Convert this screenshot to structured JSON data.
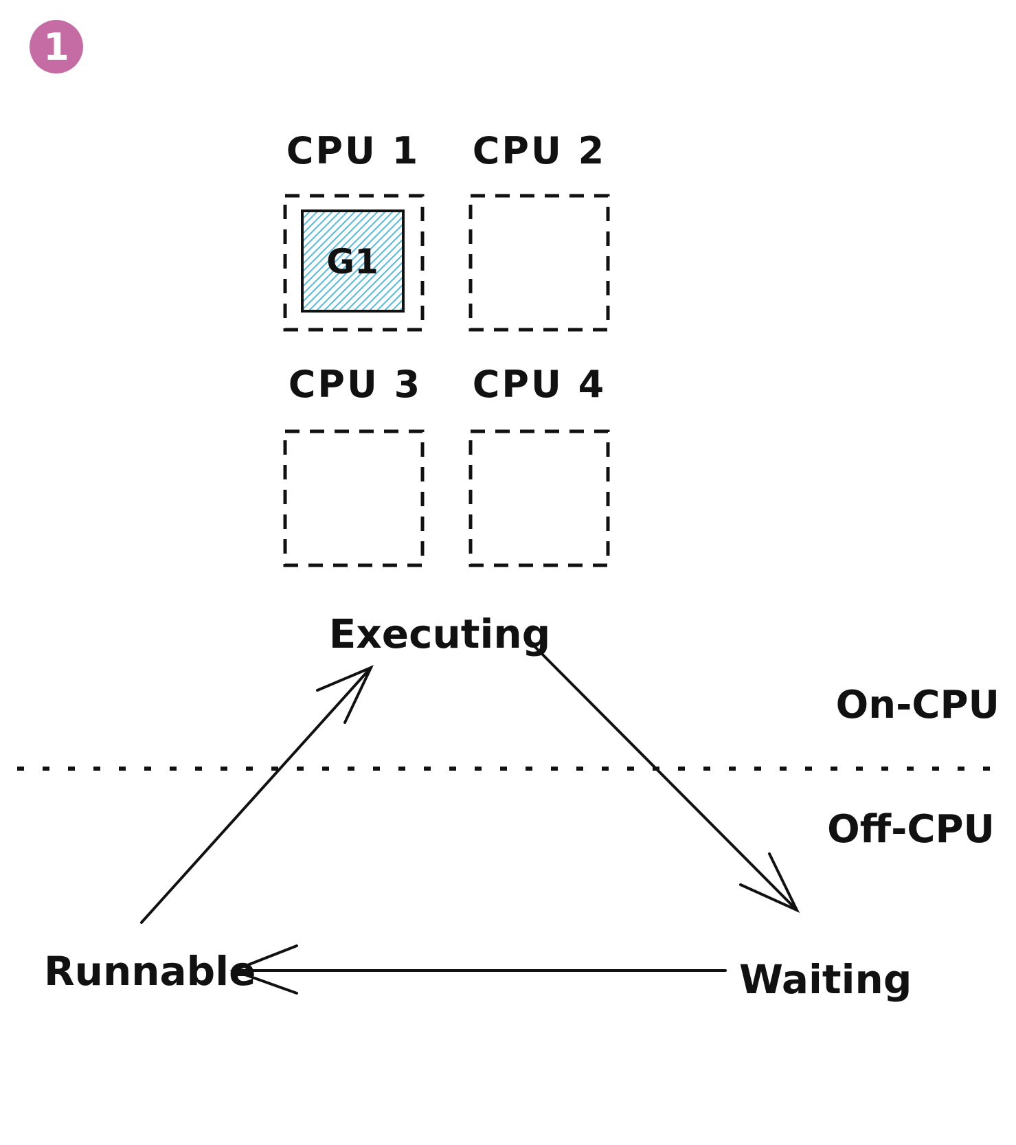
{
  "step_badge": {
    "number": "1"
  },
  "colors": {
    "badge_pink": "#c66ca4",
    "hatch_blue": "#52b8e5",
    "ink": "#111111"
  },
  "cpu_grid": {
    "cpus": [
      {
        "label": "CPU 1",
        "occupant": "G1"
      },
      {
        "label": "CPU 2",
        "occupant": ""
      },
      {
        "label": "CPU 3",
        "occupant": ""
      },
      {
        "label": "CPU 4",
        "occupant": ""
      }
    ]
  },
  "state_diagram": {
    "states": {
      "executing": "Executing",
      "runnable": "Runnable",
      "waiting": "Waiting"
    },
    "regions": {
      "on_cpu": "On-CPU",
      "off_cpu": "Off-CPU"
    },
    "transitions": [
      {
        "from": "Runnable",
        "to": "Executing"
      },
      {
        "from": "Executing",
        "to": "Waiting"
      },
      {
        "from": "Waiting",
        "to": "Runnable"
      }
    ]
  }
}
